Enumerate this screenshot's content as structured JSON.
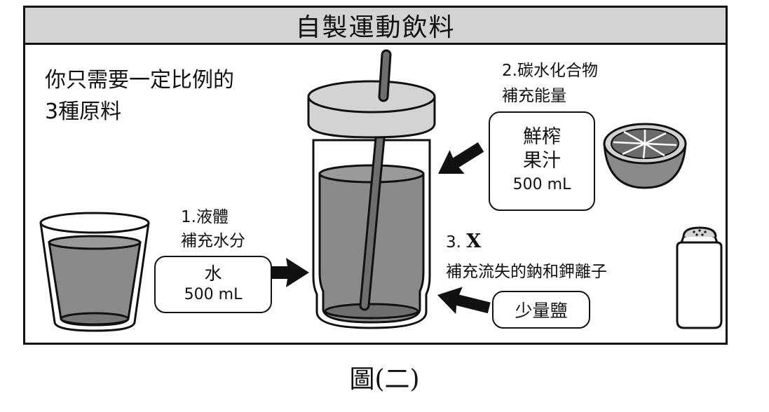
{
  "title": "自製運動飲料",
  "intro": [
    "你只需要一定比例的",
    "3種原料"
  ],
  "ingredients": {
    "liquid": {
      "title": "1.液體",
      "desc": "補充水分",
      "item": "水",
      "amount": "500 mL"
    },
    "carbohydrate": {
      "title": "2.碳水化合物",
      "desc": "補充能量",
      "item_line1": "鮮榨",
      "item_line2": "果汁",
      "amount": "500 mL"
    },
    "salt": {
      "title_prefix": "3. ",
      "title_x": "X",
      "desc": "補充流失的鈉和鉀離子",
      "item": "少量鹽"
    }
  },
  "caption": "圖(二)",
  "colors": {
    "title_bar": "#d3d3d3",
    "liquid_fill": "#8a8a8a",
    "border": "#111111"
  },
  "icons": [
    "glass-of-water-icon",
    "shaker-bottle-icon",
    "orange-half-icon",
    "salt-shaker-icon",
    "arrow-icon"
  ]
}
